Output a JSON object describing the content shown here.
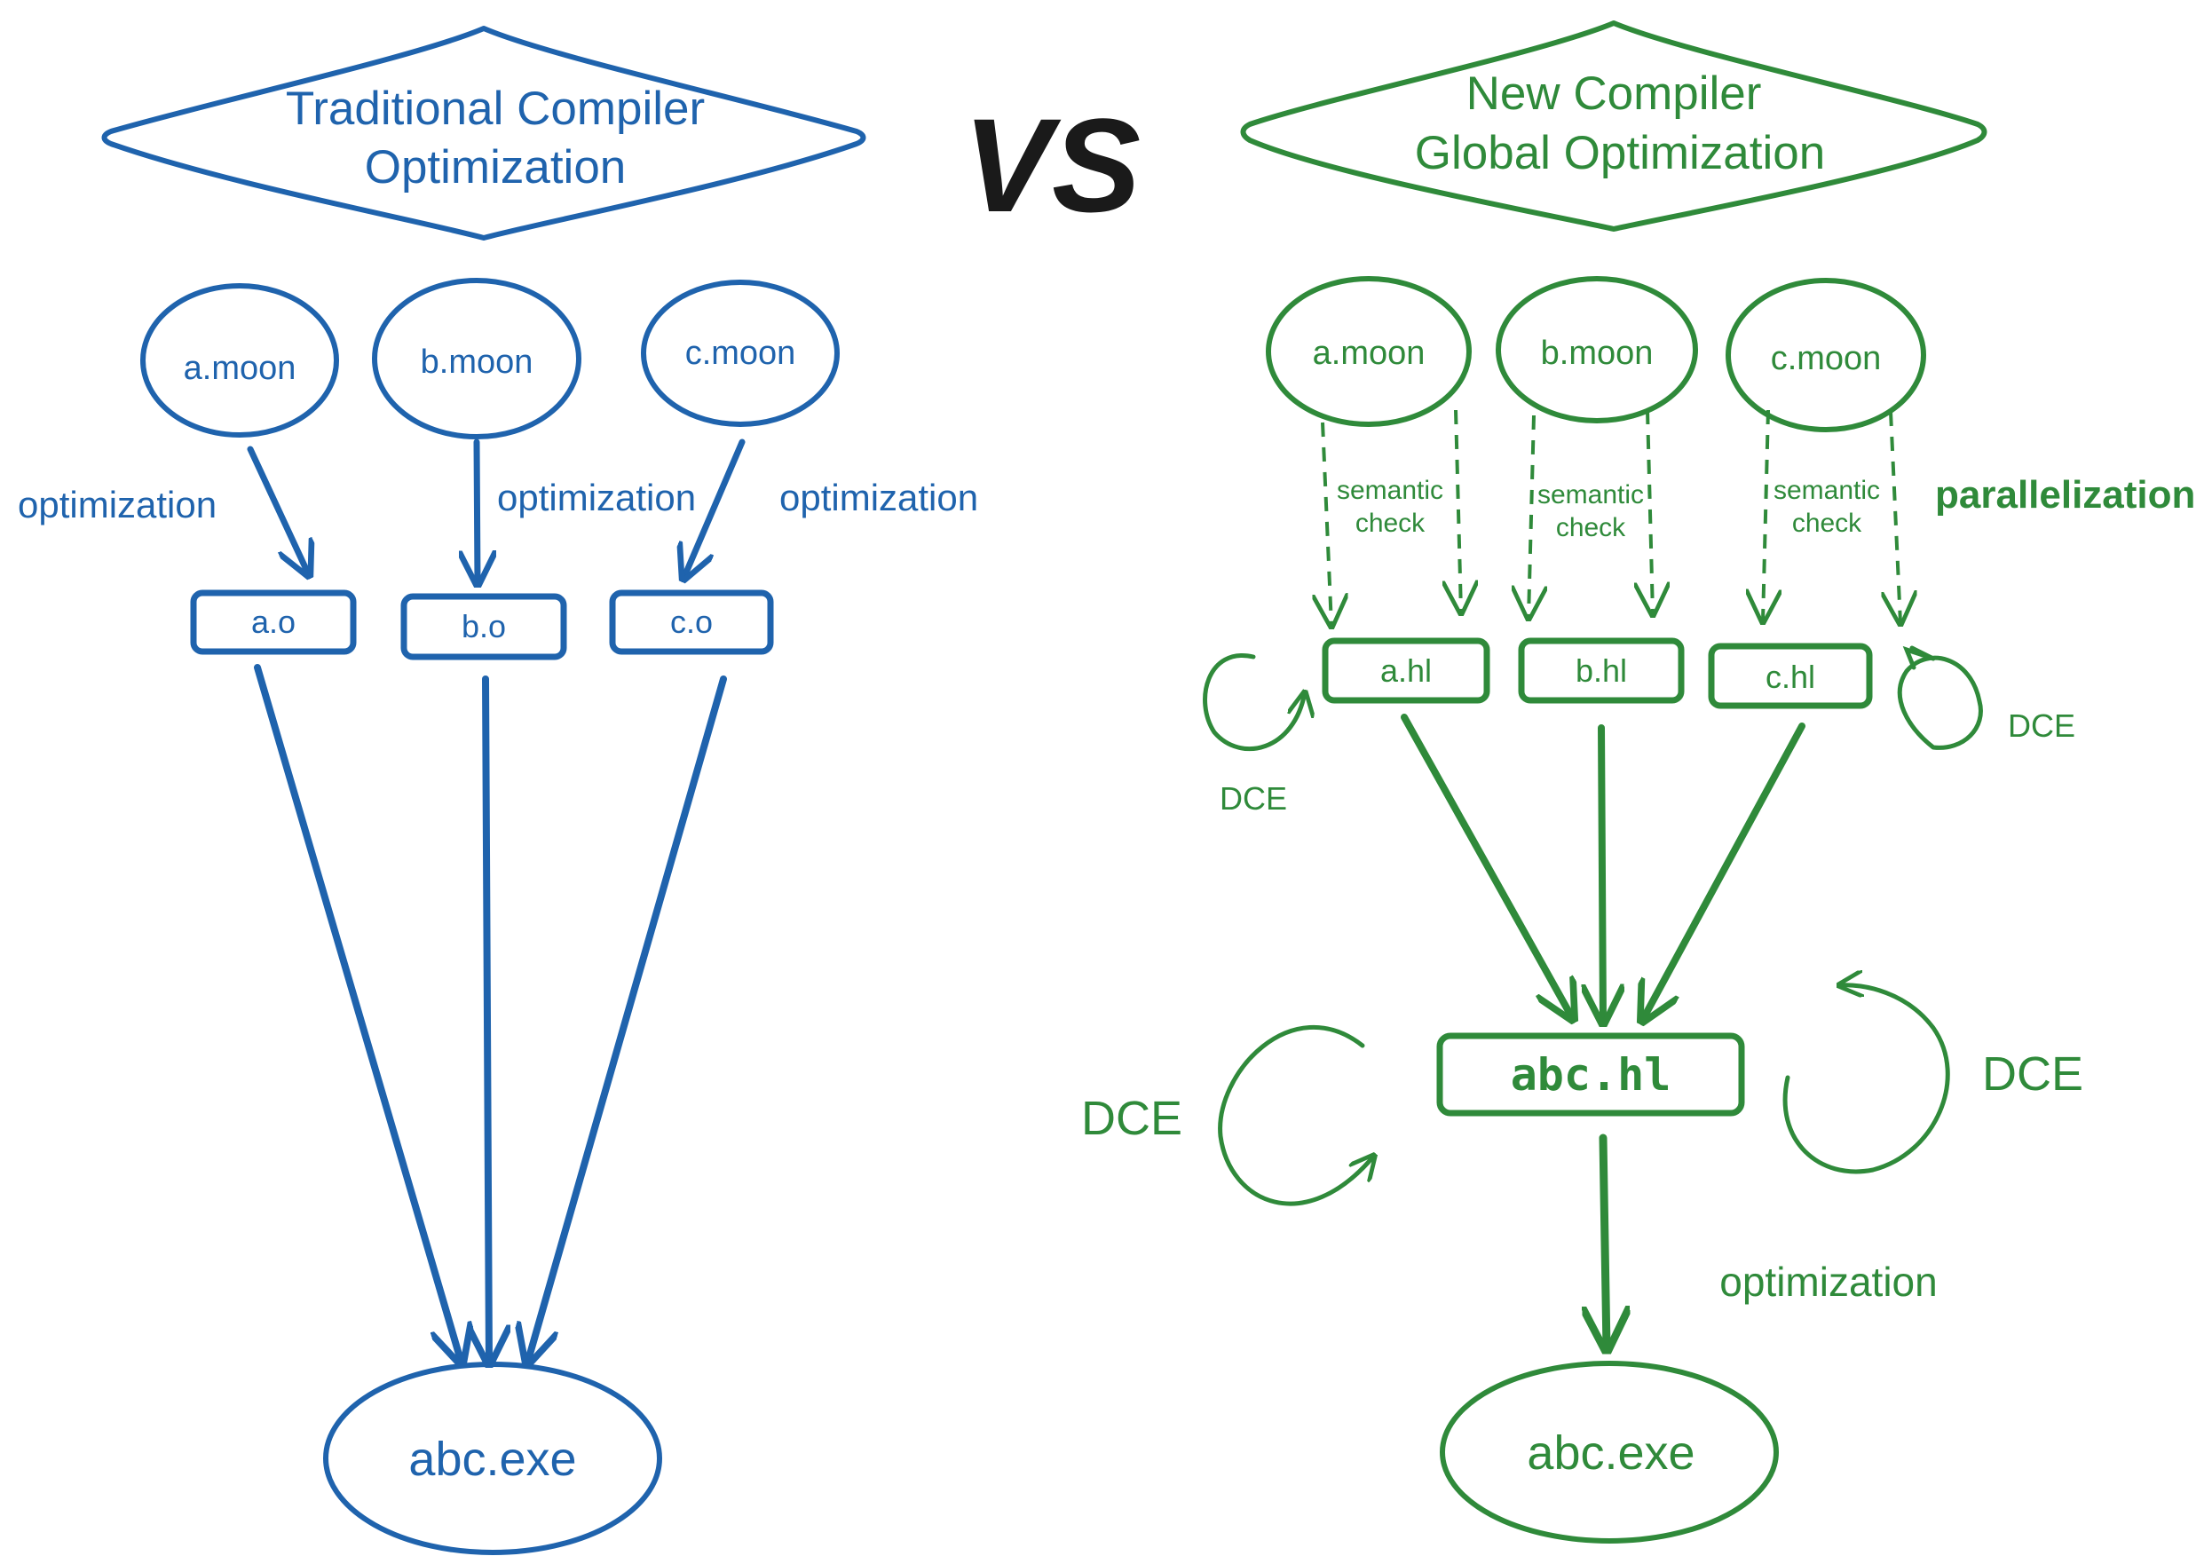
{
  "colors": {
    "traditional": "#1f63ad",
    "new": "#2f8a3a",
    "vs": "#1a1a1a"
  },
  "vs_label": "VS",
  "traditional": {
    "title_line1": "Traditional Compiler",
    "title_line2": "Optimization",
    "sources": [
      "a.moon",
      "b.moon",
      "c.moon"
    ],
    "objects": [
      "a.o",
      "b.o",
      "c.o"
    ],
    "edge_labels": [
      "optimization",
      "optimization",
      "optimization"
    ],
    "output": "abc.exe"
  },
  "new": {
    "title_line1": "New Compiler",
    "title_line2": "Global Optimization",
    "sources": [
      "a.moon",
      "b.moon",
      "c.moon"
    ],
    "check_label_line1": "semantic",
    "check_label_line2": "check",
    "parallel_label": "parallelization",
    "hl_files": [
      "a.hl",
      "b.hl",
      "c.hl"
    ],
    "small_dce_label": "DCE",
    "merged": "abc.hl",
    "big_dce_label": "DCE",
    "final_label": "optimization",
    "output": "abc.exe"
  }
}
